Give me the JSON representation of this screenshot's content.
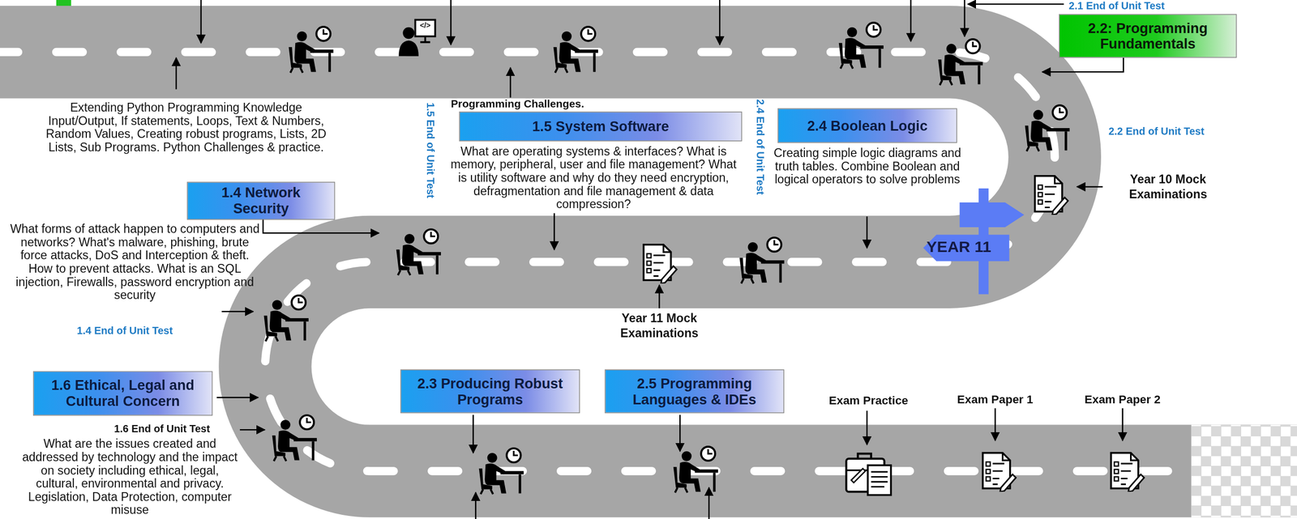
{
  "diagram": {
    "nodes": [
      {
        "text": [
          "2.2: Programming Fundamentals"
        ]
      },
      {
        "text": [
          "1.5 System Software",
          "What are operating systems & interfaces? What is memory, peripheral, user and file management? What is utility software and why do they need encryption, defragmentation and file management & data compression?"
        ]
      },
      {
        "text": [
          "2.4 Boolean Logic",
          "Creating simple logic diagrams and truth tables. Combine Boolean and logical operators to solve problems"
        ]
      },
      {
        "text": [
          "1.4 Network Security",
          "What forms of attack happen to computers and networks? What's malware, phishing, brute force attacks, DoS and Interception & theft. How to prevent attacks. What is an SQL injection, Firewalls, password encryption and security"
        ]
      },
      {
        "text": [
          "1.6 Ethical, Legal and Cultural Concern",
          "What are the issues created and addressed by technology and the impact on society including ethical, legal, cultural, environmental and privacy. Legislation, Data Protection, computer misuse"
        ]
      },
      {
        "text": [
          "2.3 Producing Robust Programs"
        ]
      },
      {
        "text": [
          "2.5 Programming Languages & IDEs"
        ]
      }
    ],
    "labels": [
      "2.1 End of Unit Test",
      "Extending Python Programming Knowledge Input/Output, If statements, Loops, Text & Numbers, Random Values, Creating robust programs, Lists, 2D Lists, Sub Programs. Python Challenges & practice.",
      "Programming Challenges.",
      "1.5 End of Unit Test",
      "</>",
      "2.4 End of Unit Test",
      "2.2 End of Unit Test",
      "Year 10 Mock Examinations",
      "YEAR 11",
      "Year 11 Mock Examinations",
      "1.4 End of Unit Test",
      "1.6 End of Unit Test",
      "Exam Practice",
      "Exam Paper 1",
      "Exam Paper 2"
    ]
  }
}
